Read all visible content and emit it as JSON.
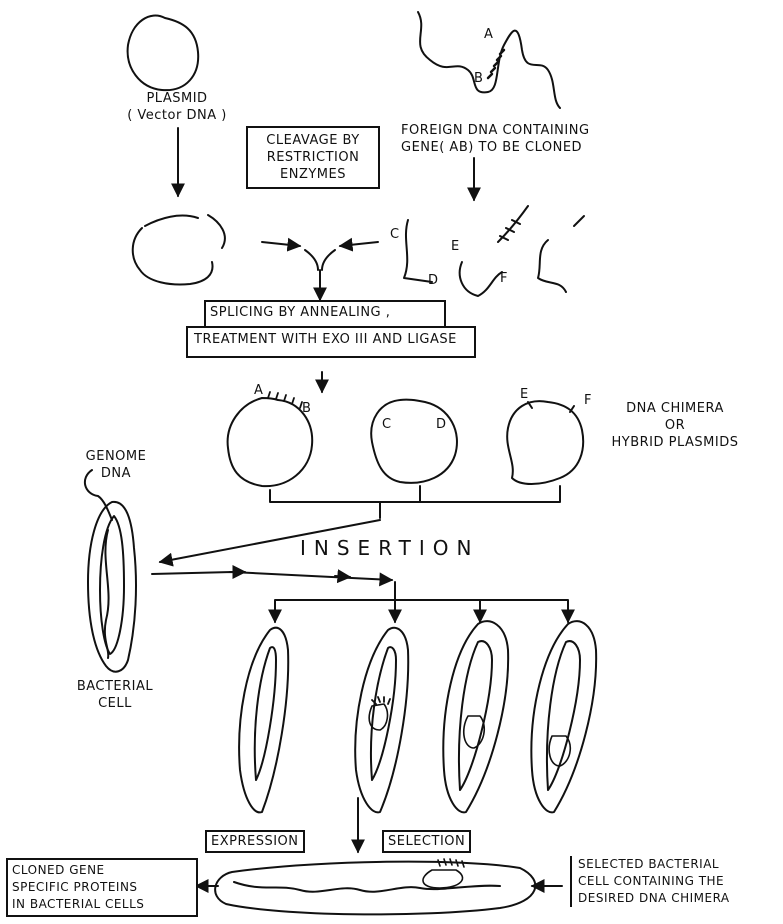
{
  "labels": {
    "plasmid": "PLASMID",
    "vector_dna": "( Vector DNA )",
    "cleavage": [
      "CLEAVAGE BY",
      "RESTRICTION",
      "ENZYMES"
    ],
    "foreign_dna": [
      "FOREIGN DNA CONTAINING",
      "GENE( AB) TO BE CLONED"
    ],
    "splicing": "SPLICING BY ANNEALING ,",
    "treatment": "TREATMENT WITH EXO III AND LIGASE",
    "chimera": [
      "DNA CHIMERA",
      "OR",
      "HYBRID PLASMIDS"
    ],
    "genome_dna": [
      "GENOME",
      "DNA"
    ],
    "insertion": "INSERTION",
    "bacterial_cell": [
      "BACTERIAL",
      "CELL"
    ],
    "expression": "EXPRESSION",
    "selection": "SELECTION",
    "cloned_gene": [
      "CLONED GENE",
      "SPECIFIC PROTEINS",
      "IN BACTERIAL CELLS"
    ],
    "selected_cell": [
      "SELECTED BACTERIAL",
      "CELL CONTAINING THE",
      "DESIRED DNA CHIMERA"
    ]
  },
  "letters": {
    "a": "A",
    "b": "B",
    "c": "C",
    "d": "D",
    "e": "E",
    "f": "F"
  },
  "colors": {
    "ink": "#111111",
    "background": "#ffffff"
  }
}
